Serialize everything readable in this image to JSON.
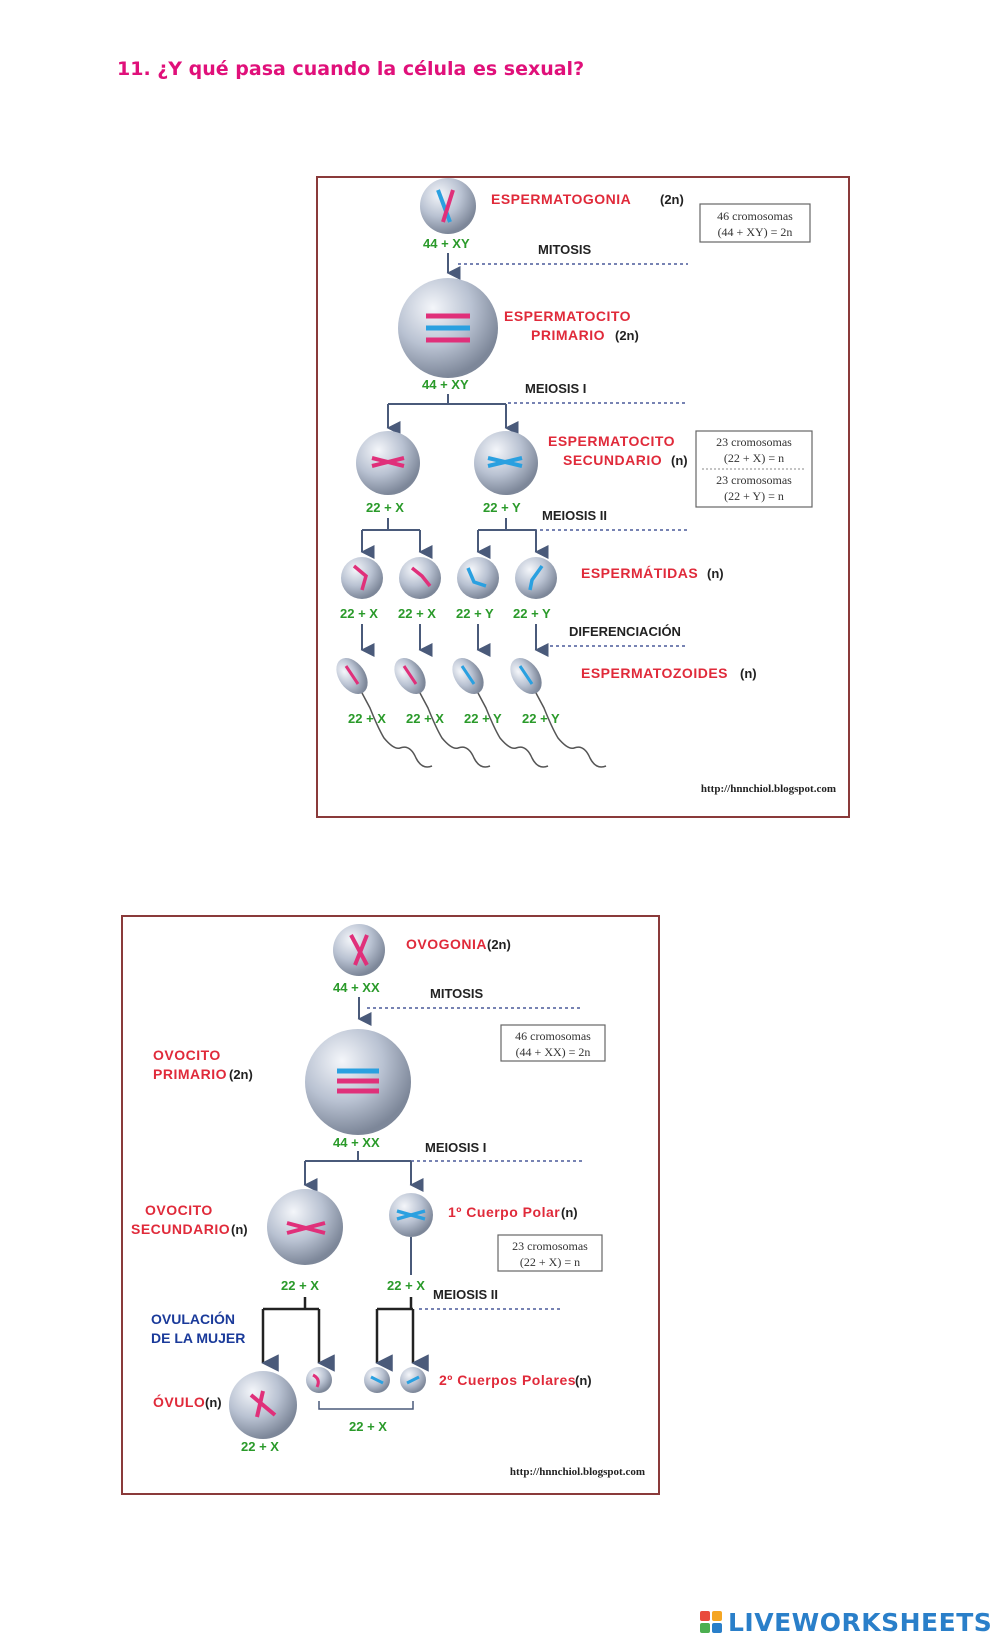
{
  "question": "11. ¿Y qué pasa cuando la célula es sexual?",
  "sperm_diagram": {
    "spermatogonia": "ESPERMATOGONIA",
    "spermatogonia_ploidy": "(2n)",
    "chrom_44xy_a": "44 + XY",
    "mitosis": "MITOSIS",
    "box1_line1": "46 cromosomas",
    "box1_line2": "(44 + XY) = 2n",
    "primary_line1": "ESPERMATOCITO",
    "primary_line2": "PRIMARIO",
    "primary_ploidy": "(2n)",
    "chrom_44xy_b": "44 + XY",
    "meiosis1": "MEIOSIS  I",
    "secondary_line1": "ESPERMATOCITO",
    "secondary_line2": "SECUNDARIO",
    "secondary_ploidy": "(n)",
    "box2_line1": "23 cromosomas",
    "box2_line2": "(22 + X) = n",
    "box2_line3": "23 cromosomas",
    "box2_line4": "(22 + Y) = n",
    "chrom_22x": "22 + X",
    "chrom_22y": "22 + Y",
    "meiosis2": "MEIOSIS  II",
    "spermatids": "ESPERMÁTIDAS",
    "spermatids_ploidy": "(n)",
    "spermatid_labels": [
      "22 + X",
      "22 + X",
      "22 + Y",
      "22 + Y"
    ],
    "differentiation": "DIFERENCIACIÓN",
    "spermatozoa": "ESPERMATOZOIDES",
    "spermatozoa_ploidy": "(n)",
    "spermatozoa_labels": [
      "22 + X",
      "22 + X",
      "22 + Y",
      "22 + Y"
    ],
    "url": "http://hnnchiol.blogspot.com"
  },
  "ovo_diagram": {
    "oogonia": "OVOGONIA",
    "oogonia_ploidy": "(2n)",
    "chrom_44xx_a": "44 + XX",
    "mitosis": "MITOSIS",
    "box1_line1": "46 cromosomas",
    "box1_line2": "(44 + XX) = 2n",
    "primary_line1": "OVOCITO",
    "primary_line2": "PRIMARIO",
    "primary_ploidy": "(2n)",
    "chrom_44xx_b": "44 + XX",
    "meiosis1": "MEIOSIS  I",
    "secondary_line1": "OVOCITO",
    "secondary_line2": "SECUNDARIO",
    "secondary_ploidy": "(n)",
    "polar1": "1º Cuerpo Polar",
    "polar1_ploidy": "(n)",
    "box2_line1": "23 cromosomas",
    "box2_line2": "(22 + X) = n",
    "chrom_22x_a": "22 + X",
    "chrom_22x_b": "22 + X",
    "meiosis2": "MEIOSIS  II",
    "ovulation_line1": "OVULACIÓN",
    "ovulation_line2": "DE LA MUJER",
    "ovum": "ÓVULO",
    "ovum_ploidy": "(n)",
    "polar2": "2º Cuerpos Polares",
    "polar2_ploidy": "(n)",
    "chrom_22x_c": "22 + X",
    "chrom_22x_d": "22 + X",
    "url": "http://hnnchiol.blogspot.com"
  },
  "logo_text": "LIVEWORKSHEETS",
  "colors": {
    "question": "#e0107a",
    "label_red": "#e02a3a",
    "chrom_green": "#2a9a2a",
    "chrom_pink": "#e0307a",
    "chrom_blue": "#2aa0e0",
    "logo": "#2a7fc9"
  }
}
